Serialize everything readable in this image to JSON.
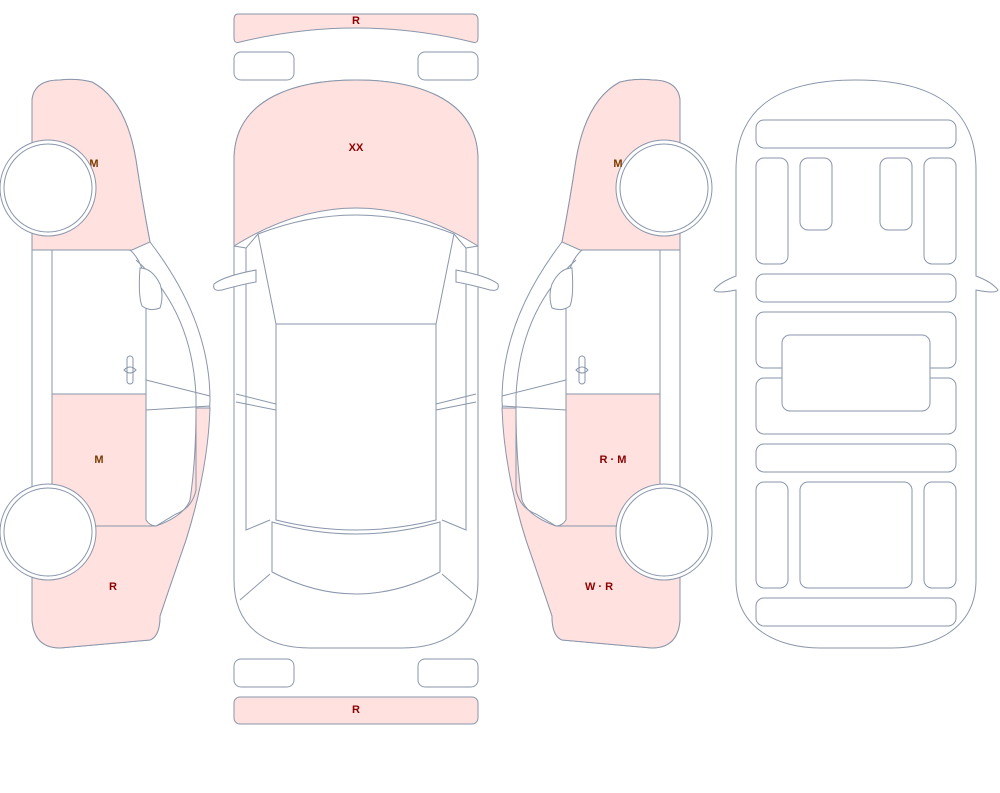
{
  "colors": {
    "outline": "#8a96ab",
    "damaged_fill": "#ffe1df",
    "normal_fill": "#ffffff",
    "mark_dark_red": "#8b0000",
    "mark_brown": "#7a3a00"
  },
  "legend_marks": {
    "front_bumper": "R",
    "bonnet": "XX",
    "rear_bumper": "R",
    "left_front_fender": "M",
    "left_rear_door": "M",
    "left_quarter_panel": "R",
    "right_front_fender": "M",
    "right_rear_door": "R · M",
    "right_quarter_panel": "W · R"
  }
}
